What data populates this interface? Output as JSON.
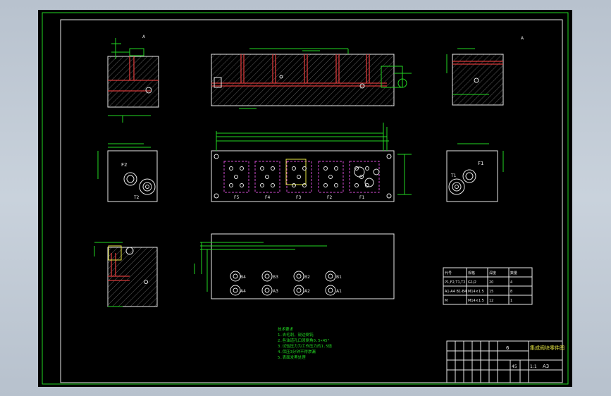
{
  "drawing": {
    "sectionMark": "A",
    "portLabels": {
      "top": [
        "F5",
        "F4",
        "F3",
        "F2",
        "F1"
      ],
      "leftView": "F2",
      "leftViewSecond": "T2",
      "rightView": "F1",
      "rightViewSecond": "T1"
    },
    "bottomPorts": {
      "row1": [
        "B4",
        "B3",
        "B2",
        "B1"
      ],
      "row2": [
        "A4",
        "A3",
        "A2",
        "A1"
      ]
    },
    "specTable": {
      "rows": [
        [
          "代号",
          "规格",
          "深度",
          "数量"
        ],
        [
          "P1,F2,T1,T2",
          "G1/2",
          "20",
          "4"
        ],
        [
          "A1-A4 B1-B4",
          "M14×1.5",
          "15",
          "8"
        ],
        [
          "M",
          "M14×1.5",
          "12",
          "1"
        ]
      ]
    },
    "notes": [
      "技术要求",
      "1.去毛刺，锐边倒钝",
      "2.各油道孔口须倒角0.5×45°",
      "3.试验压力为工作压力的1.5倍",
      "4.保压3分钟不得渗漏",
      "5.表面发黑处理"
    ],
    "titleBlock": {
      "number": "6",
      "title": "集成阀块零件图",
      "sheet": "A3",
      "scale": "1:1",
      "material": "45"
    }
  }
}
